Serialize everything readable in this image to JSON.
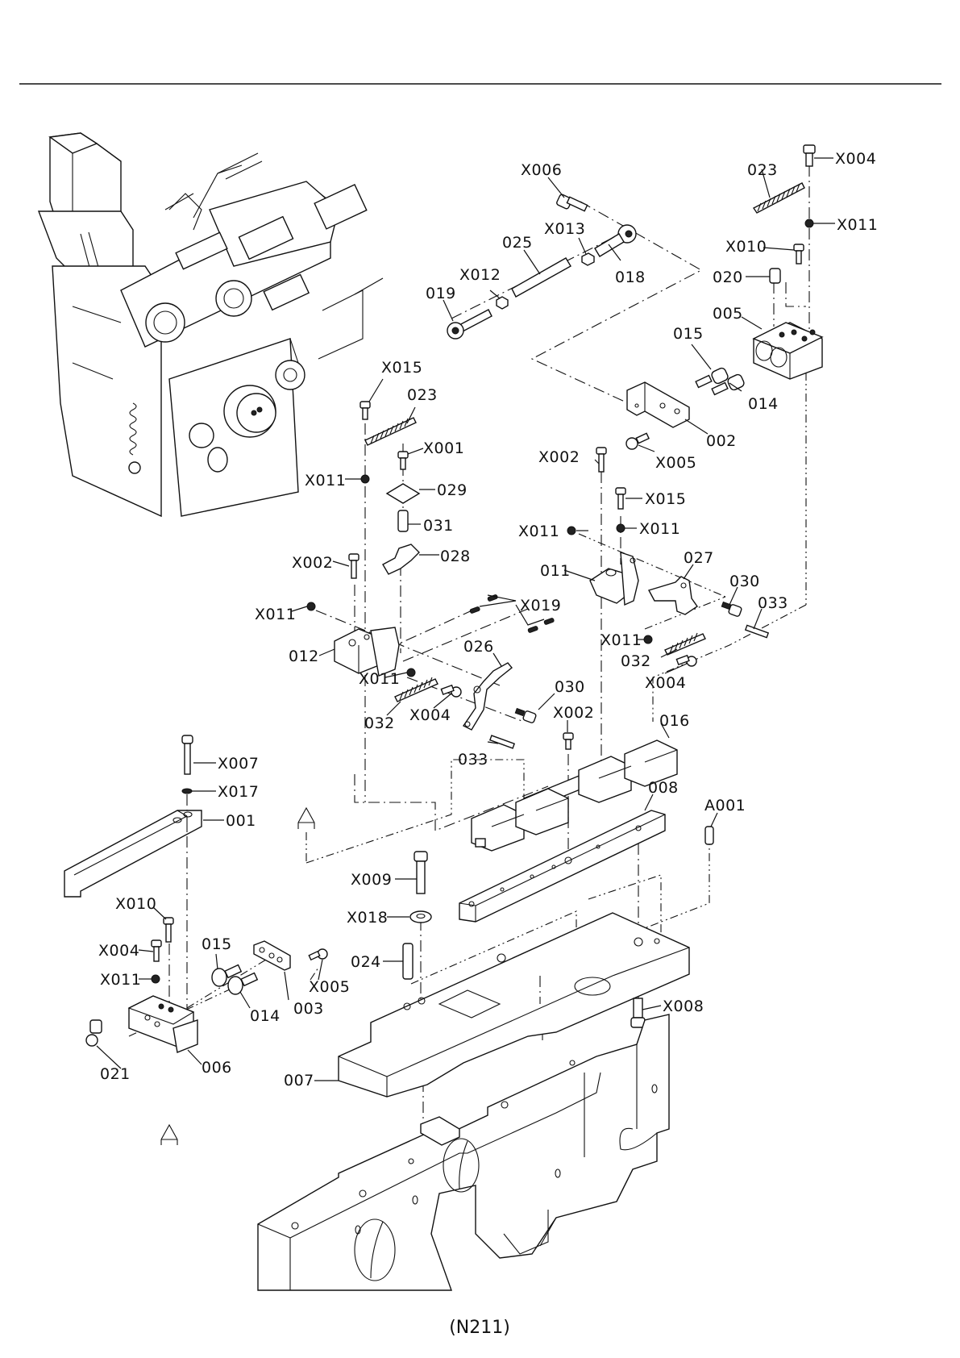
{
  "page": {
    "footer_code": "(N211)",
    "view_marker": "A"
  },
  "labels": {
    "X004_top": "X004",
    "X011_top": "X011",
    "X006": "X006",
    "X013": "X013",
    "X012": "X012",
    "p023_top": "023",
    "p025": "025",
    "p018": "018",
    "p019": "019",
    "X010_top": "X010",
    "p020": "020",
    "p005": "005",
    "p015_top": "015",
    "p014_top": "014",
    "p002": "002",
    "X005_top": "X005",
    "X015_left": "X015",
    "p023_mid": "023",
    "X001": "X001",
    "X011_a": "X011",
    "p029": "029",
    "p031": "031",
    "p028": "028",
    "X002_left": "X002",
    "X011_b": "X011",
    "X019": "X019",
    "p012": "012",
    "X011_c": "X011",
    "p032_left": "032",
    "X004_mid": "X004",
    "p026": "026",
    "p030_left": "030",
    "p033_left": "033",
    "X002_mid": "X002",
    "X015_right": "X015",
    "X011_d": "X011",
    "X011_e": "X011",
    "p011": "011",
    "p027": "027",
    "p030_right": "030",
    "p033_right": "033",
    "X011_f": "X011",
    "p032_right": "032",
    "X004_right": "X004",
    "X002_rail": "X002",
    "p016": "016",
    "X007": "X007",
    "X017": "X017",
    "p001": "001",
    "p008": "008",
    "A001": "A001",
    "X009": "X009",
    "X018": "X018",
    "p024": "024",
    "X008": "X008",
    "X010_bottom": "X010",
    "X004_bottom": "X004",
    "X011_bottom": "X011",
    "p015_bottom": "015",
    "p014_bottom": "014",
    "p003": "003",
    "X005_bottom": "X005",
    "p021": "021",
    "p006": "006",
    "p007": "007"
  }
}
